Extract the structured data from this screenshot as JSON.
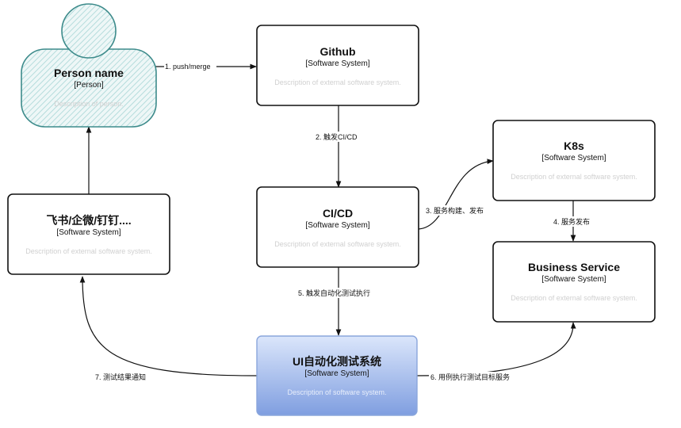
{
  "person": {
    "name": "Person name",
    "type": "[Person]",
    "description": "Description of person."
  },
  "nodes": {
    "github": {
      "title": "Github",
      "type": "[Software System]",
      "description": "Description of external software system."
    },
    "cicd": {
      "title": "CI/CD",
      "type": "[Software System]",
      "description": "Description of external software system."
    },
    "k8s": {
      "title": "K8s",
      "type": "[Software System]",
      "description": "Description of external software system."
    },
    "business": {
      "title": "Business Service",
      "type": "[Software System]",
      "description": "Description of external software system."
    },
    "notify": {
      "title": "飞书/企微/钉钉....",
      "type": "[Software System]",
      "description": "Description of external software system."
    },
    "uitest": {
      "title": "UI自动化测试系统",
      "type": "[Software System]",
      "description": "Description of software system."
    }
  },
  "edges": {
    "e1": "1. push/merge",
    "e2": "2. 触发CI/CD",
    "e3": "3. 服务构建、发布",
    "e4": "4. 服务发布",
    "e5": "5. 触发自动化测试执行",
    "e6": "6. 用例执行测试目标服务",
    "e7": "7. 测试结果通知"
  },
  "colors": {
    "person_fill": "#e3f2f2",
    "person_stroke": "#3d8b8b",
    "system_fill_top": "#dbe6fb",
    "system_fill_bottom": "#7f9ee0",
    "system_stroke": "#8aa6dc",
    "description_text": "#d0d0d0"
  }
}
